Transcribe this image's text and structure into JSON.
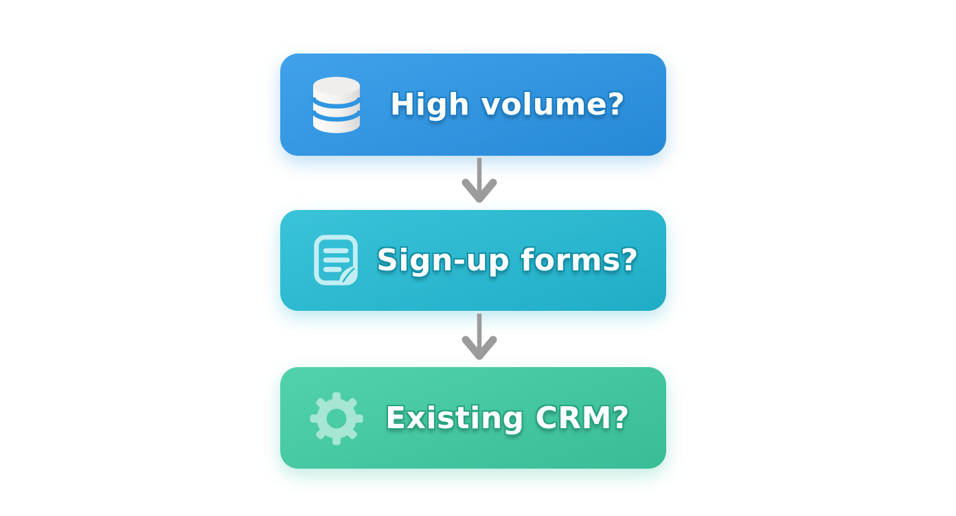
{
  "diagram": {
    "type": "flowchart",
    "background": "#ffffff",
    "arrow_color": "#9b9b9b",
    "nodes": [
      {
        "id": "high-volume",
        "label": "High volume?",
        "icon": "database-icon",
        "color": "#2e95e1",
        "color_light": "#41a2ea",
        "color_dark": "#2689d6",
        "text_outline": "#1c7cc2",
        "icon_color": "#f2f1ef"
      },
      {
        "id": "signup-forms",
        "label": "Sign-up forms?",
        "icon": "form-icon",
        "color": "#27b7cf",
        "color_light": "#3ac3d9",
        "color_dark": "#1fadc6",
        "text_outline": "#128fa6",
        "icon_color": "#c2eef3"
      },
      {
        "id": "existing-crm",
        "label": "Existing CRM?",
        "icon": "gear-icon",
        "color": "#41c8a2",
        "color_light": "#52d2ab",
        "color_dark": "#38bd96",
        "text_outline": "#27a27f",
        "icon_color": "#a6e6d3"
      }
    ],
    "connectors": [
      {
        "from": "high-volume",
        "to": "signup-forms"
      },
      {
        "from": "signup-forms",
        "to": "existing-crm"
      }
    ]
  }
}
